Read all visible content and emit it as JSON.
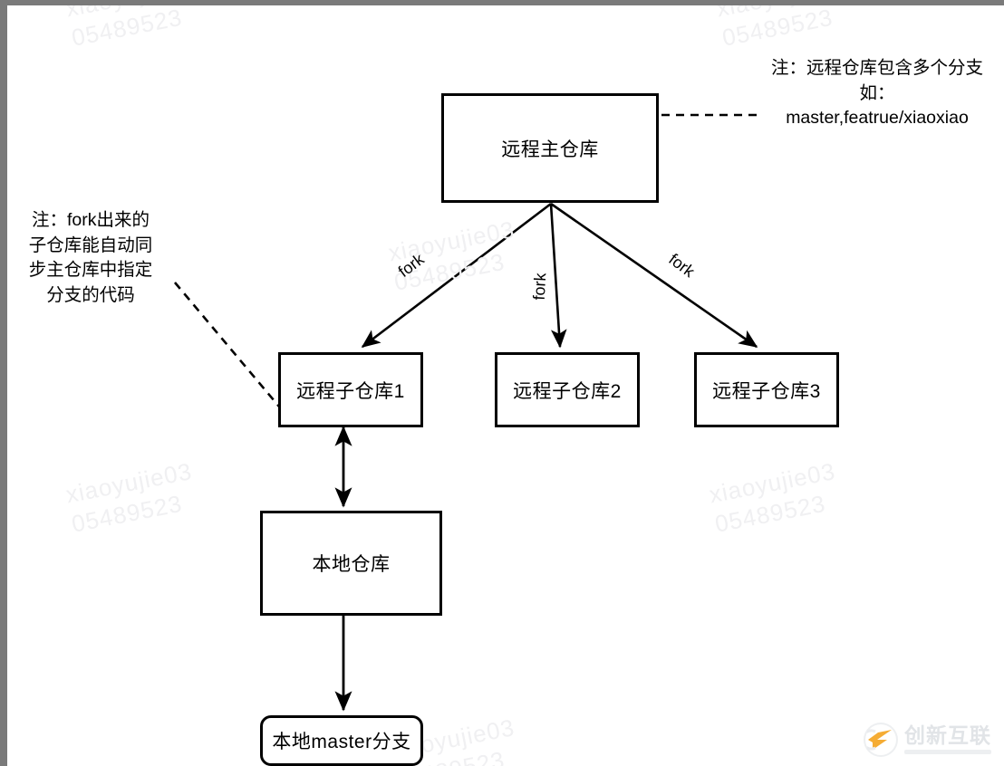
{
  "diagram": {
    "title": "Git fork repository relationship diagram",
    "nodes": {
      "remote_main": "远程主仓库",
      "remote_sub1": "远程子仓库1",
      "remote_sub2": "远程子仓库2",
      "remote_sub3": "远程子仓库3",
      "local_repo": "本地仓库",
      "local_master": "本地master分支"
    },
    "edge_labels": {
      "fork_left": "fork",
      "fork_middle": "fork",
      "fork_right": "fork"
    },
    "notes": {
      "right": "注：远程仓库包含多个分支如：\nmaster,featrue/xiaoxiao",
      "left": "注：fork出来的\n子仓库能自动同\n步主仓库中指定\n分支的代码"
    }
  },
  "watermarks": {
    "line1": "xiaoyujie03",
    "line2": "05489523"
  },
  "logo": {
    "name": "创新互联"
  },
  "colors": {
    "stroke": "#000000",
    "canvas": "#ffffff",
    "frame": "#7a7a7a",
    "watermark": "#f0f0f2",
    "logo_accent": "#f5a623"
  }
}
